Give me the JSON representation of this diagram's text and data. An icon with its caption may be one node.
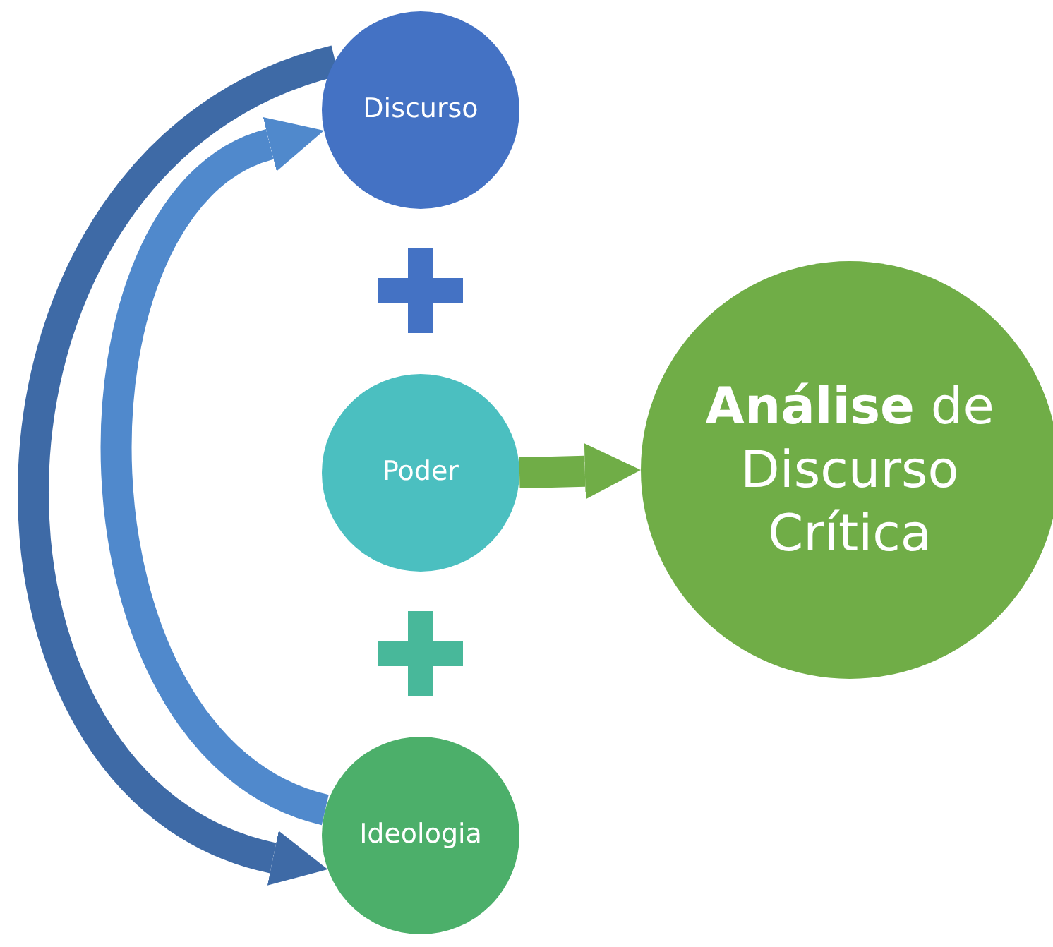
{
  "diagram": {
    "nodes": [
      {
        "text": [
          "Discurso"
        ]
      },
      {
        "text": [
          "Poder"
        ]
      },
      {
        "text": [
          "Ideologia"
        ]
      },
      {
        "text": [
          "**Análise** de Discurso Crítica"
        ]
      }
    ],
    "edges": [
      {
        "from": 0,
        "to": 2,
        "arrow": "to",
        "color": "#3e6aa6"
      },
      {
        "from": 2,
        "to": 0,
        "arrow": "to",
        "color": "#5089cc"
      },
      {
        "from": 1,
        "to": 3,
        "arrow": "to",
        "color": "#70ad47"
      }
    ]
  }
}
